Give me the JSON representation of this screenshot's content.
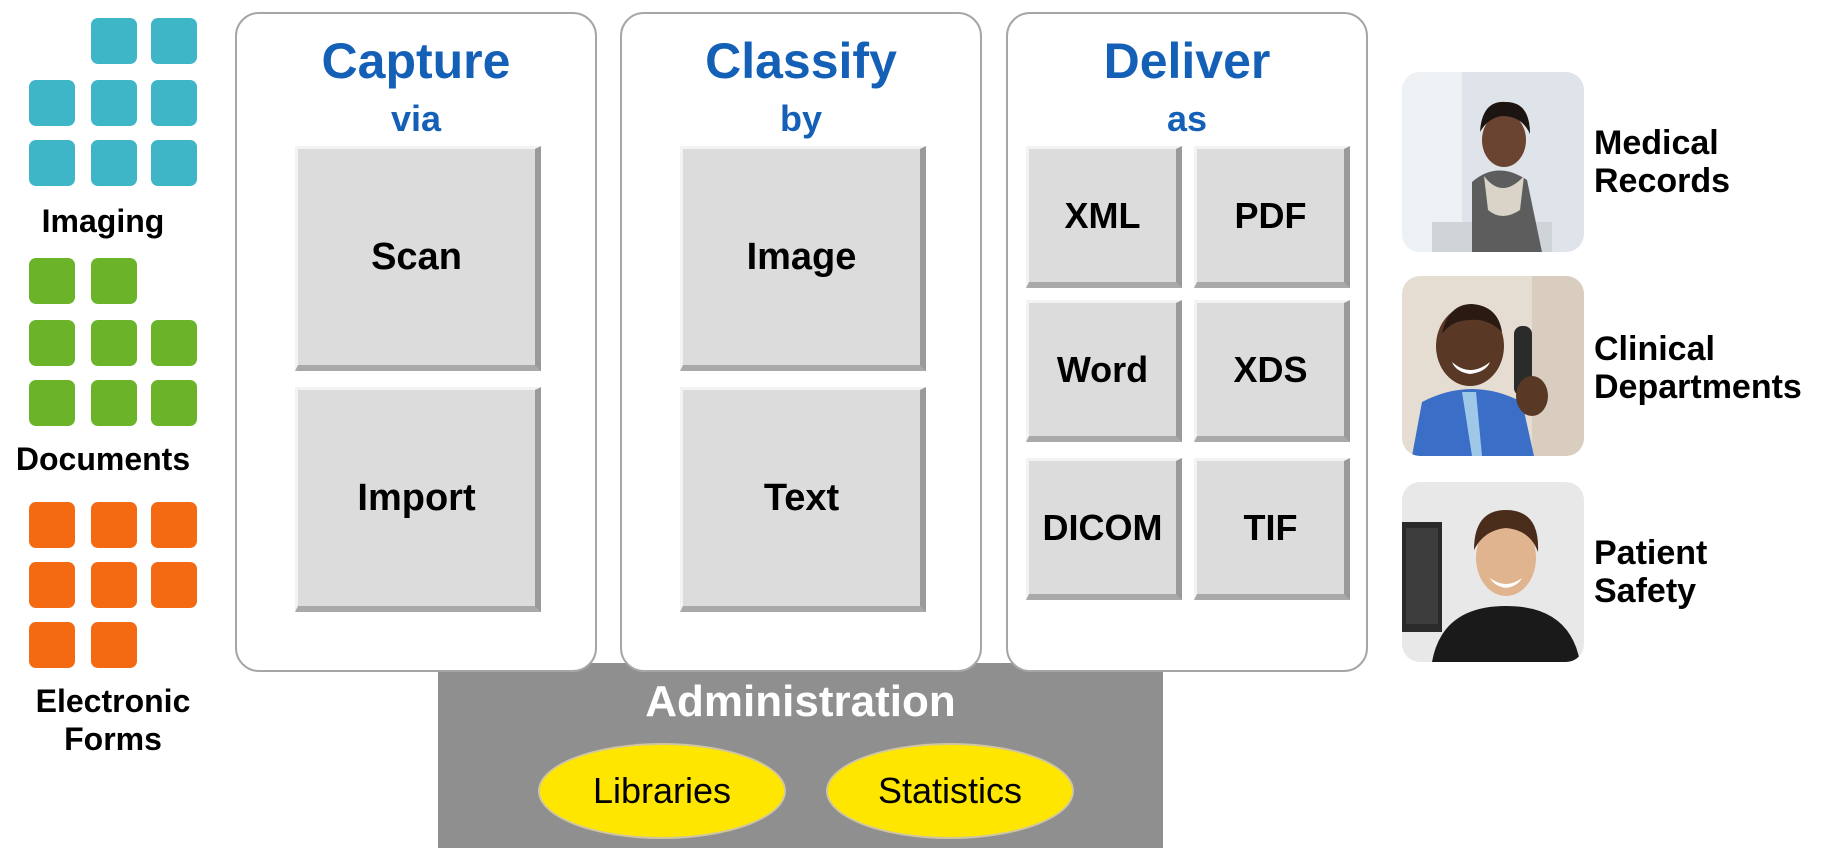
{
  "sources": [
    {
      "label": "Imaging",
      "color": "#3fb6c7"
    },
    {
      "label": "Documents",
      "color": "#6bb42a"
    },
    {
      "label": "Electronic Forms",
      "color": "#f46a12"
    }
  ],
  "columns": [
    {
      "title": "Capture",
      "subtitle": "via",
      "items": [
        "Scan",
        "Import"
      ]
    },
    {
      "title": "Classify",
      "subtitle": "by",
      "items": [
        "Image",
        "Text"
      ]
    },
    {
      "title": "Deliver",
      "subtitle": "as",
      "items": [
        "XML",
        "PDF",
        "Word",
        "XDS",
        "DICOM",
        "TIF"
      ]
    }
  ],
  "administration": {
    "title": "Administration",
    "items": [
      "Libraries",
      "Statistics"
    ]
  },
  "audiences": [
    {
      "line1": "Medical",
      "line2": "Records"
    },
    {
      "line1": "Clinical",
      "line2": "Departments"
    },
    {
      "line1": "Patient",
      "line2": "Safety"
    }
  ],
  "colors": {
    "title_blue": "#1560b7",
    "button_gray": "#dcdcdc",
    "admin_gray": "#8f8f8f",
    "oval_yellow": "#ffe600"
  }
}
